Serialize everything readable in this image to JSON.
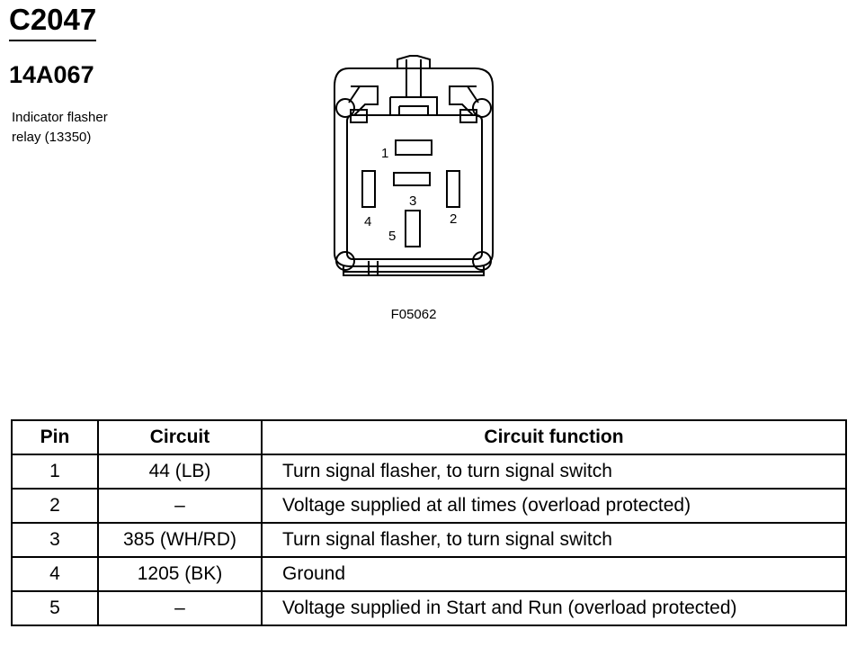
{
  "header": {
    "connector_id": "C2047",
    "part_number": "14A067",
    "description_line1": "Indicator flasher",
    "description_line2": "relay (13350)"
  },
  "diagram": {
    "figure_id": "F05062",
    "pin_labels": [
      "1",
      "2",
      "3",
      "4",
      "5"
    ]
  },
  "table": {
    "headers": [
      "Pin",
      "Circuit",
      "Circuit function"
    ],
    "rows": [
      {
        "pin": "1",
        "circuit": "44 (LB)",
        "function": "Turn signal flasher, to turn signal switch"
      },
      {
        "pin": "2",
        "circuit": "–",
        "function": "Voltage supplied at all times (overload protected)"
      },
      {
        "pin": "3",
        "circuit": "385 (WH/RD)",
        "function": "Turn signal flasher, to turn signal switch"
      },
      {
        "pin": "4",
        "circuit": "1205 (BK)",
        "function": "Ground"
      },
      {
        "pin": "5",
        "circuit": "–",
        "function": "Voltage supplied in Start and Run (overload protected)"
      }
    ]
  }
}
